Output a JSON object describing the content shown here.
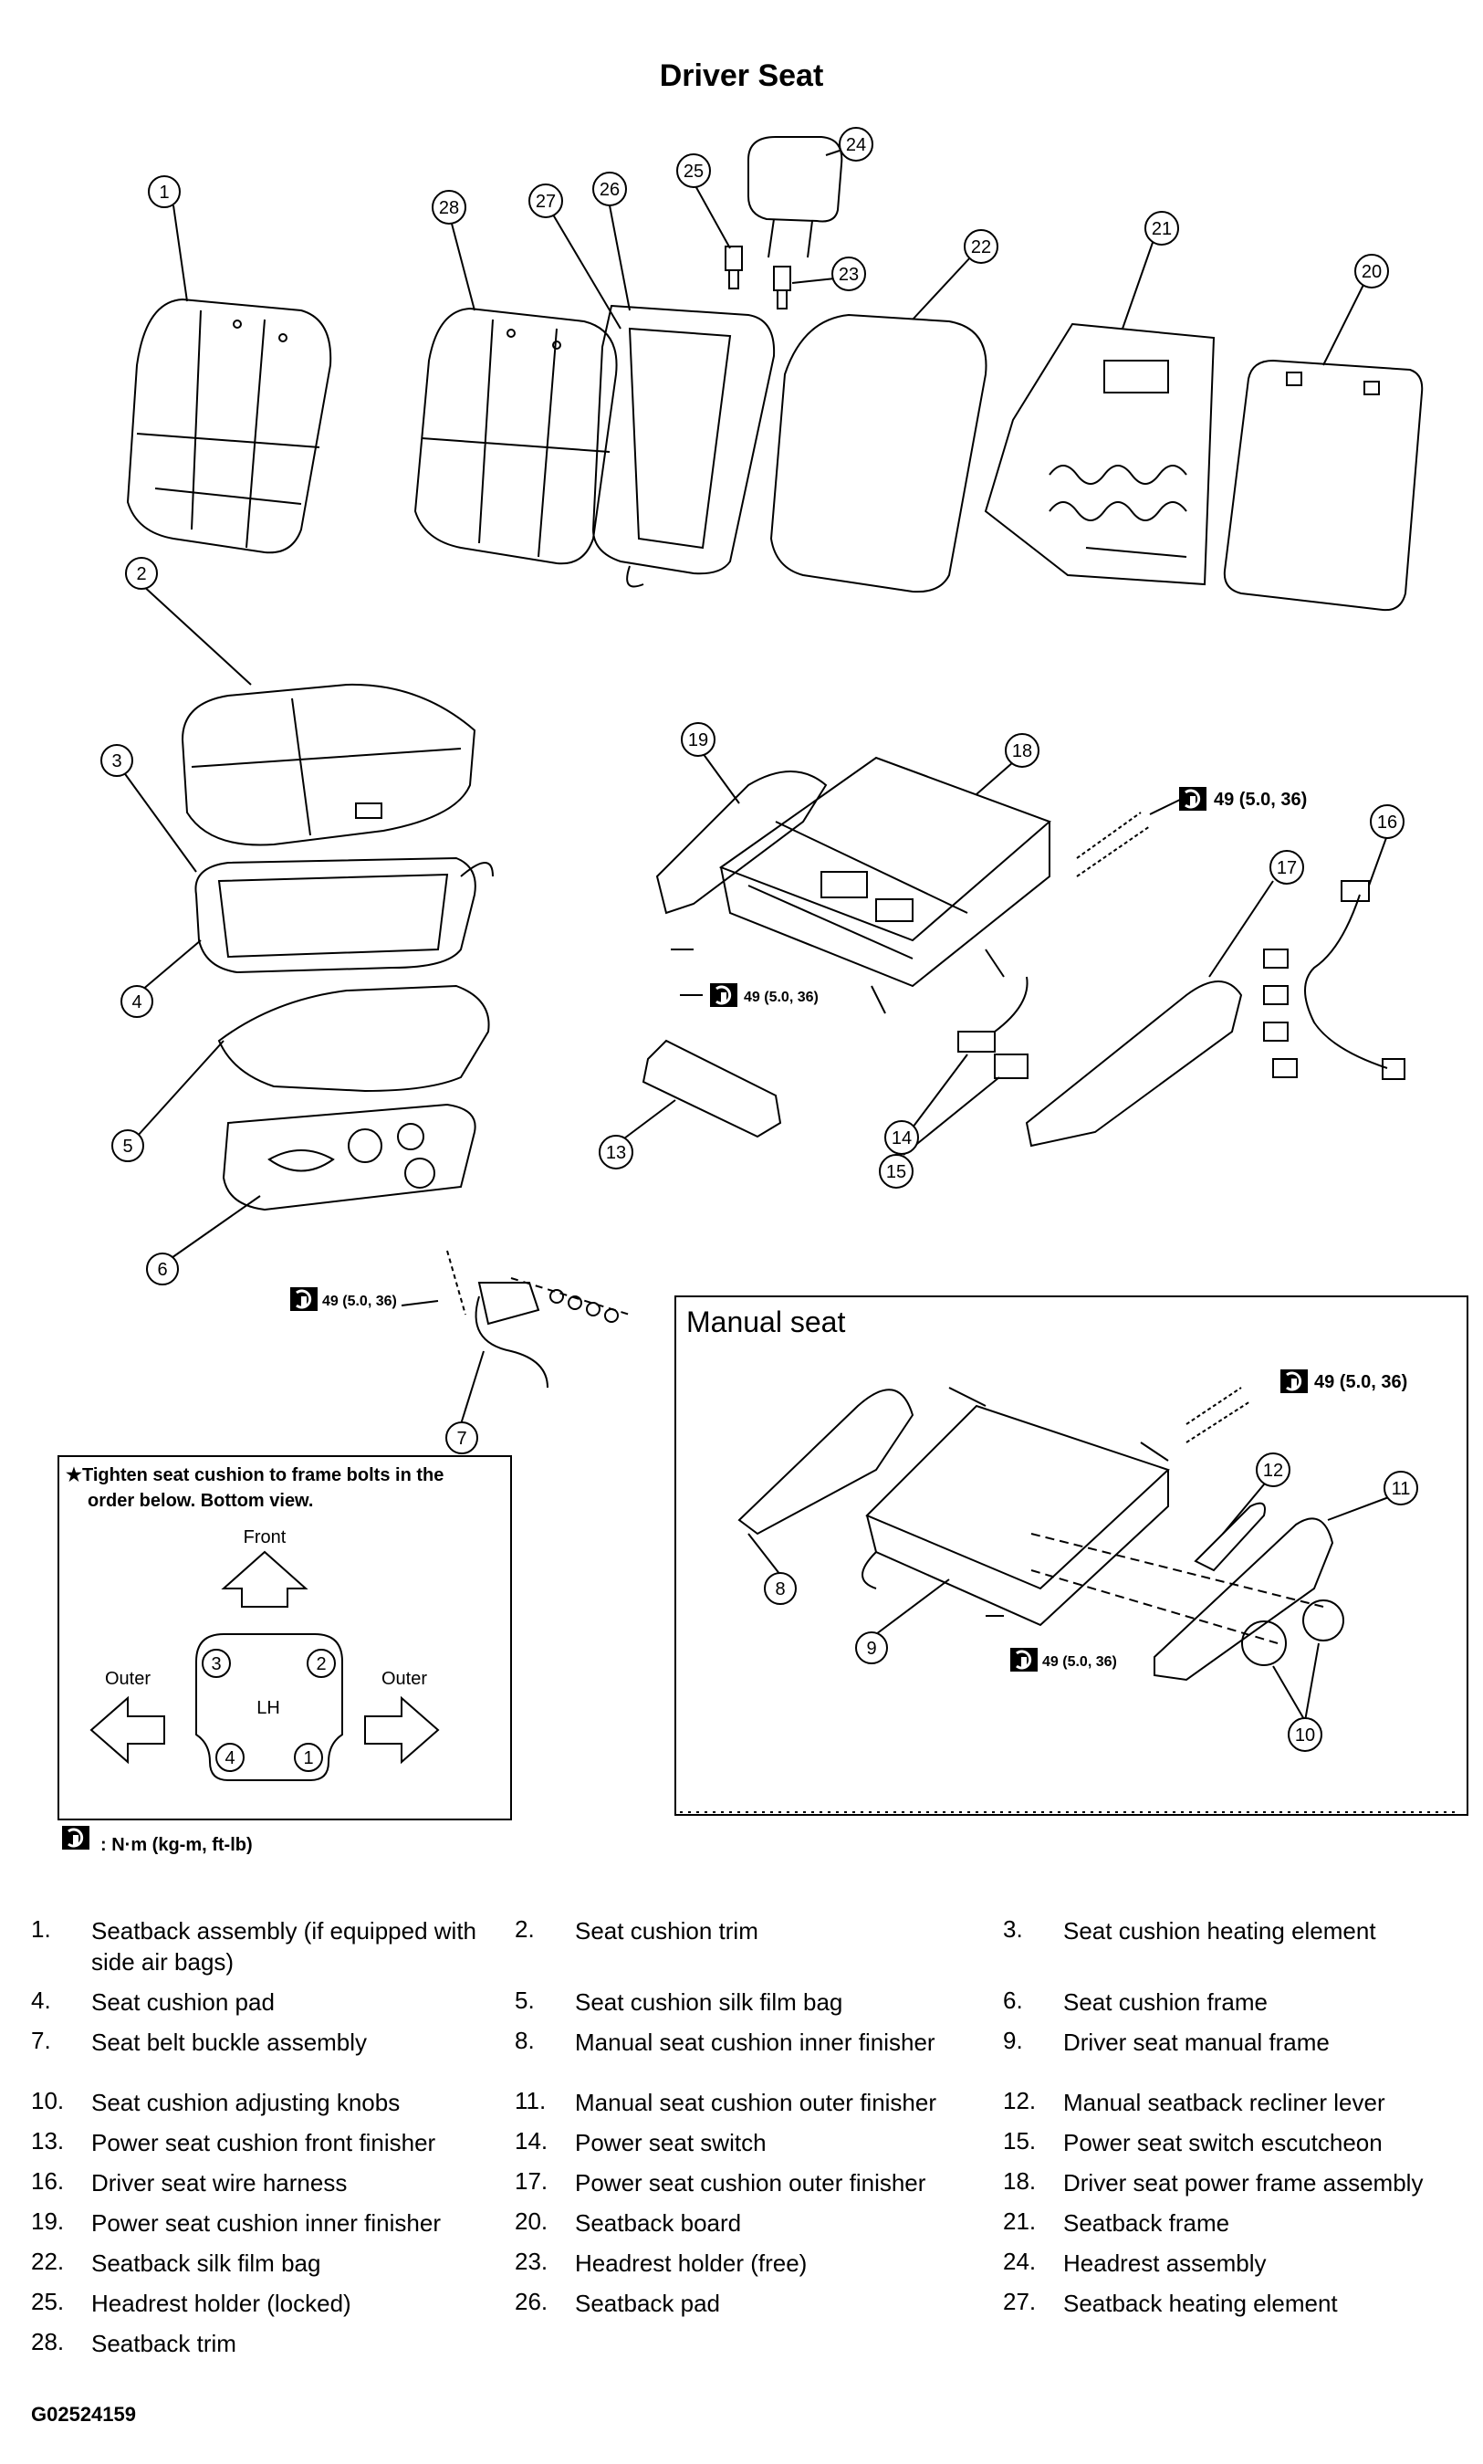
{
  "title": "Driver Seat",
  "torque_label": "49 (5.0, 36)",
  "legend_unit": ": N·m (kg-m, ft-lb)",
  "manual_seat_title": "Manual seat",
  "note": {
    "line1": "Tighten seat cushion to frame bolts in the",
    "line2": "order below.  Bottom view.",
    "star": "★",
    "front": "Front",
    "outer_left": "Outer",
    "outer_right": "Outer",
    "side": "LH",
    "bolts": [
      "1",
      "2",
      "3",
      "4"
    ]
  },
  "callouts": [
    "1",
    "2",
    "3",
    "4",
    "5",
    "6",
    "7",
    "8",
    "9",
    "10",
    "11",
    "12",
    "13",
    "14",
    "15",
    "16",
    "17",
    "18",
    "19",
    "20",
    "21",
    "22",
    "23",
    "24",
    "25",
    "26",
    "27",
    "28"
  ],
  "parts": [
    {
      "num": "1.",
      "name": "Seatback assembly (if equipped with side air bags)"
    },
    {
      "num": "2.",
      "name": "Seat cushion trim"
    },
    {
      "num": "3.",
      "name": "Seat cushion heating element"
    },
    {
      "num": "4.",
      "name": "Seat cushion pad"
    },
    {
      "num": "5.",
      "name": "Seat cushion silk film bag"
    },
    {
      "num": "6.",
      "name": "Seat cushion frame"
    },
    {
      "num": "7.",
      "name": "Seat belt buckle assembly"
    },
    {
      "num": "8.",
      "name": "Manual seat cushion inner finisher"
    },
    {
      "num": "9.",
      "name": "Driver seat manual frame"
    },
    {
      "num": "10.",
      "name": "Seat cushion adjusting knobs"
    },
    {
      "num": "11.",
      "name": "Manual seat cushion outer finisher"
    },
    {
      "num": "12.",
      "name": "Manual seatback recliner lever"
    },
    {
      "num": "13.",
      "name": "Power seat cushion front finisher"
    },
    {
      "num": "14.",
      "name": "Power seat switch"
    },
    {
      "num": "15.",
      "name": "Power seat switch escutcheon"
    },
    {
      "num": "16.",
      "name": "Driver seat wire harness"
    },
    {
      "num": "17.",
      "name": "Power seat cushion outer finisher"
    },
    {
      "num": "18.",
      "name": "Driver seat power frame assembly"
    },
    {
      "num": "19.",
      "name": "Power seat cushion inner finisher"
    },
    {
      "num": "20.",
      "name": "Seatback board"
    },
    {
      "num": "21.",
      "name": "Seatback frame"
    },
    {
      "num": "22.",
      "name": "Seatback silk film bag"
    },
    {
      "num": "23.",
      "name": "Headrest holder (free)"
    },
    {
      "num": "24.",
      "name": "Headrest assembly"
    },
    {
      "num": "25.",
      "name": "Headrest holder (locked)"
    },
    {
      "num": "26.",
      "name": "Seatback pad"
    },
    {
      "num": "27.",
      "name": "Seatback heating element"
    },
    {
      "num": "28.",
      "name": "Seatback trim"
    }
  ],
  "figure_code": "G02524159"
}
